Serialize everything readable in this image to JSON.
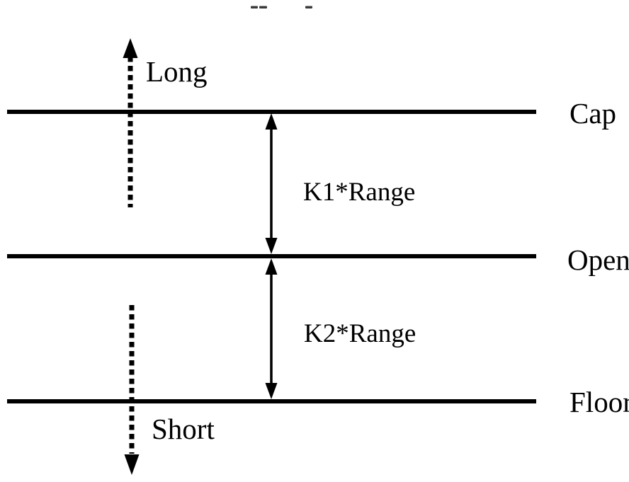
{
  "page": {
    "background_color": "#ffffff",
    "ink_color": "#000000"
  },
  "diagram": {
    "type": "price-level-breakout-diagram",
    "levels": [
      {
        "id": "cap",
        "label": "Cap"
      },
      {
        "id": "open",
        "label": "Open"
      },
      {
        "id": "floor",
        "label": "Floor"
      }
    ],
    "directions": {
      "long_label": "Long",
      "short_label": "Short"
    },
    "ranges": [
      {
        "id": "k1",
        "label": "K1*Range",
        "from": "Cap",
        "to": "Open"
      },
      {
        "id": "k2",
        "label": "K2*Range",
        "from": "Open",
        "to": "Floor"
      }
    ]
  }
}
